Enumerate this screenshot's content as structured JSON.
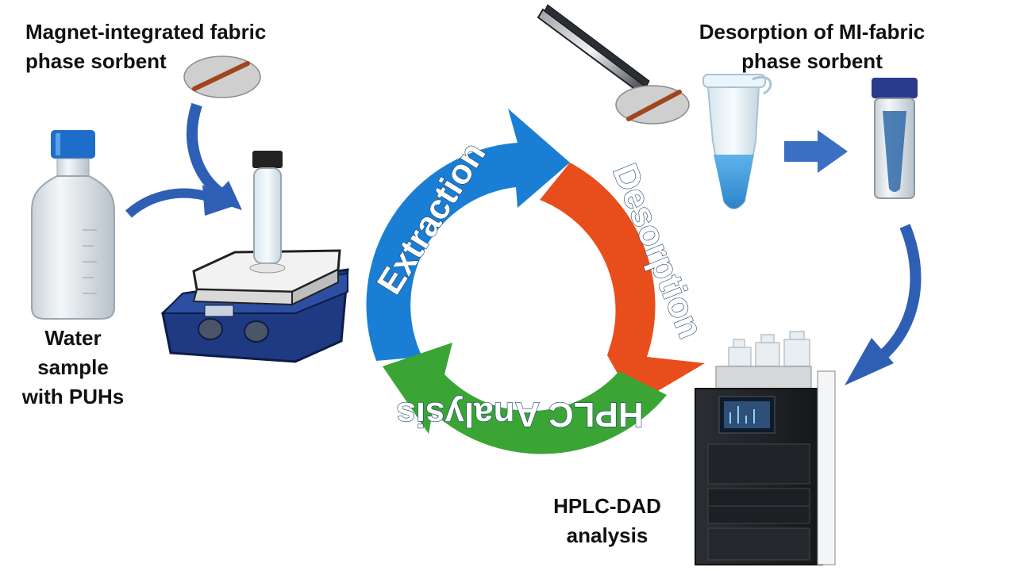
{
  "labels": {
    "fabric_sorbent": [
      "Magnet-integrated fabric",
      "phase sorbent"
    ],
    "water_sample": [
      "Water",
      "sample",
      "with PUHs"
    ],
    "desorption_of_fabric": [
      "Desorption of MI-fabric",
      "phase sorbent"
    ],
    "hplc_dad": [
      "HPLC-DAD",
      "analysis"
    ]
  },
  "cycle": {
    "extraction": "Extraction",
    "desorption": "Desorption",
    "hplc_analysis": "HPLC Analysis"
  },
  "colors": {
    "extraction": "#1a7fd4",
    "desorption": "#e84e1b",
    "hplc_analysis": "#3aa534",
    "process_arrow": "#2f5fb5",
    "fabric_strip": "#a0461c"
  }
}
